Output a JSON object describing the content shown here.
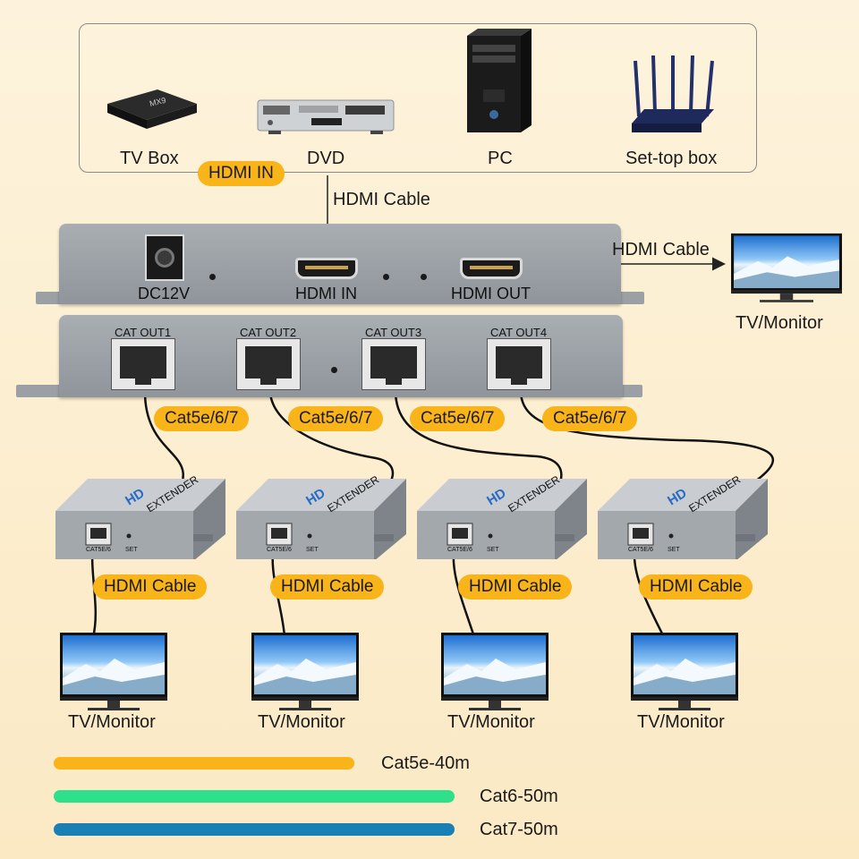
{
  "sources": [
    {
      "label": "TV Box",
      "icon": "tv-box-icon"
    },
    {
      "label": "DVD",
      "icon": "dvd-player-icon"
    },
    {
      "label": "PC",
      "icon": "pc-tower-icon"
    },
    {
      "label": "Set-top box",
      "icon": "router-icon"
    }
  ],
  "hdmi_in_tag": "HDMI IN",
  "hdmi_cable_label": "HDMI Cable",
  "splitter_front": {
    "dc": "DC12V",
    "hdmi_in": "HDMI IN",
    "hdmi_out": "HDMI OUT"
  },
  "loop_out": {
    "cable": "HDMI Cable",
    "display": "TV/Monitor"
  },
  "cat_ports": [
    "CAT OUT1",
    "CAT OUT2",
    "CAT OUT3",
    "CAT OUT4"
  ],
  "cat_cable_label": "Cat5e/6/7",
  "receiver": {
    "brand": "HD",
    "text": "EXTENDER",
    "port_label": "CAT5E/6",
    "set_label": "SET"
  },
  "receiver_cable_label": "HDMI Cable",
  "display_label": "TV/Monitor",
  "legend": [
    {
      "label": "Cat5e-40m",
      "color": "#f8b418"
    },
    {
      "label": "Cat6-50m",
      "color": "#2fe08a"
    },
    {
      "label": "Cat7-50m",
      "color": "#1a7fb5"
    }
  ],
  "colors": {
    "accent": "#f8b418",
    "device": "#9aa0a5"
  }
}
